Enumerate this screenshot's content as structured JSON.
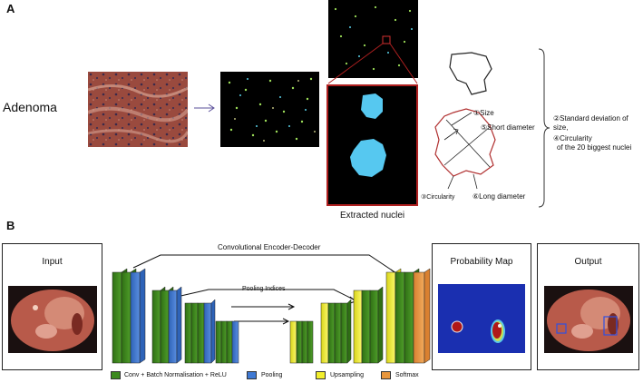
{
  "panel_a": {
    "letter": "A",
    "row_label": "Adenoma",
    "extracted_caption": "Extracted nuclei",
    "annotations": {
      "size": "①Size",
      "short_diameter": "⑤Short diameter",
      "circularity": "③Circularity",
      "long_diameter": "⑥Long diameter",
      "std_dev": "②Standard deviation of size,",
      "circularity_biggest_1": "④Circularity",
      "circularity_biggest_2": "of the 20 biggest nuclei"
    }
  },
  "panel_b": {
    "letter": "B",
    "input_title": "Input",
    "network_title": "Convolutional Encoder-Decoder",
    "pooling_indices": "Pooling Indices",
    "probability_title": "Probability Map",
    "output_title": "Output",
    "legend": [
      {
        "label": "Conv + Batch Normalisation + ReLU",
        "color": "#3c8a1e"
      },
      {
        "label": "Pooling",
        "color": "#3f79d3"
      },
      {
        "label": "Upsampling",
        "color": "#f2ee2c"
      },
      {
        "label": "Softmax",
        "color": "#e8963c"
      }
    ]
  }
}
